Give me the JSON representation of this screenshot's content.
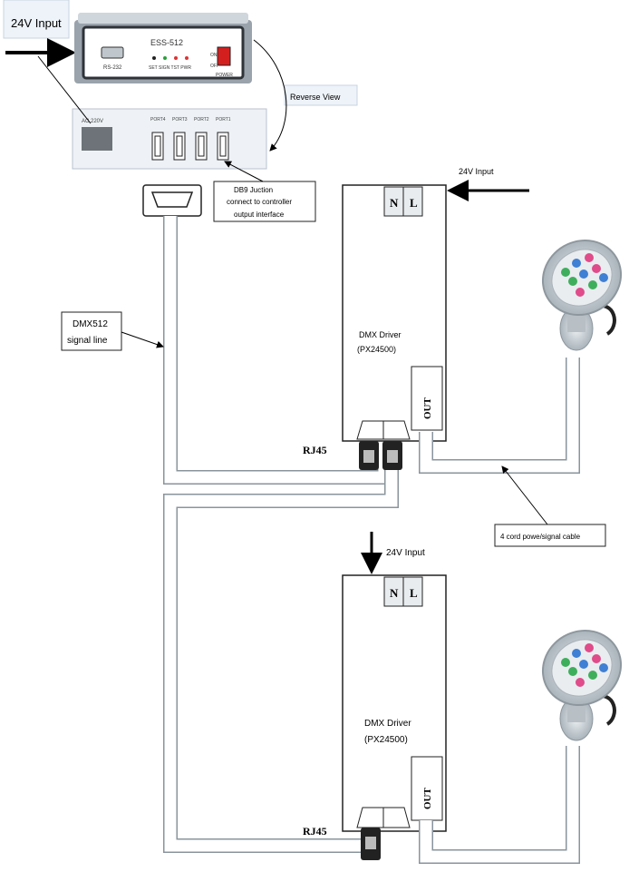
{
  "labels": {
    "input_top_left": "24V Input",
    "controller_model": "ESS-512",
    "controller_port": "RS-232",
    "controller_leds": "SET  SIGN  TST  PWR",
    "controller_switch_on": "ON",
    "controller_switch_off": "OFF",
    "controller_power": "POWER",
    "reverse_view": "Reverse View",
    "rear_power": "AC 220V",
    "rear_ports": [
      "PORT4",
      "PORT3",
      "PORT2",
      "PORT1"
    ],
    "db9_line1": "DB9 Juction",
    "db9_line2": "connect to controller",
    "db9_line3": "output interface",
    "input_driver1": "24V Input",
    "input_driver2": "24V Input",
    "dmx_line1": "DMX512",
    "dmx_line2": "signal line",
    "driver_name": "DMX Driver",
    "driver_model": "(PX24500)",
    "terminal_n": "N",
    "terminal_l": "L",
    "out_label": "OUT",
    "rj45": "RJ45",
    "cable_label": "4 cord powe/signal cable"
  }
}
